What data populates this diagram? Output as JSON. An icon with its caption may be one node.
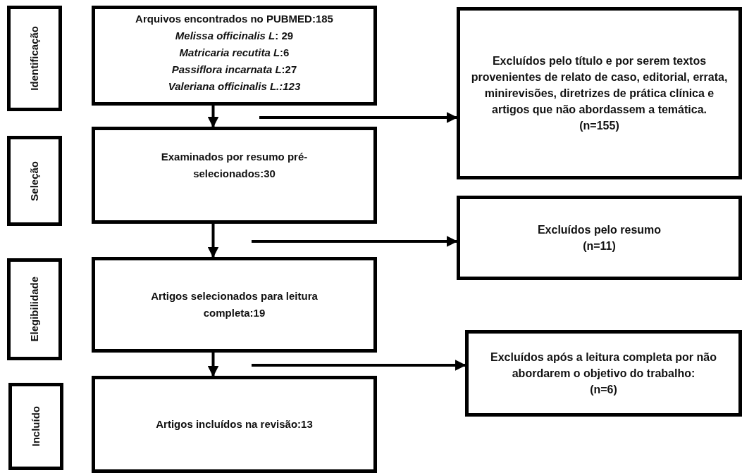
{
  "diagram": {
    "nodes": [
      {
        "text": [
          "Identificação"
        ]
      },
      {
        "text": [
          "Arquivos encontrados no PUBMED:185",
          "*Melissa officinalis L*: 29",
          "*Matricaria recutita L*:6",
          "*Passiflora incarnata L*:27",
          "Valeriana officinalis L.:123"
        ]
      },
      {
        "text": [
          "Excluídos pelo título e por serem textos provenientes de relato de caso, editorial, errata, minirevisões, diretrizes de prática clínica e artigos que não abordassem a temática.",
          "(n=155)"
        ]
      },
      {
        "text": [
          "Seleção"
        ]
      },
      {
        "text": [
          "Examinados por resumo pré-selecionados:30"
        ]
      },
      {
        "text": [
          "Excluídos pelo resumo",
          "(n=11)"
        ]
      },
      {
        "text": [
          "Elegibilidade"
        ]
      },
      {
        "text": [
          "Artigos selecionados para leitura completa:19"
        ]
      },
      {
        "text": [
          "Excluídos após a leitura completa por não abordarem o objetivo do trabalho:",
          "(n=6)"
        ]
      },
      {
        "text": [
          "Incluído"
        ]
      },
      {
        "text": [
          "Artigos incluídos na revisão:13"
        ]
      }
    ],
    "edges": [
      {
        "from": 1,
        "to": 4,
        "arrow": "to"
      },
      {
        "from": 4,
        "to": 7,
        "arrow": "to"
      },
      {
        "from": 7,
        "to": 10,
        "arrow": "to"
      },
      {
        "from": null,
        "to": 2,
        "arrow": "to"
      },
      {
        "from": null,
        "to": 5,
        "arrow": "to"
      },
      {
        "from": null,
        "to": 8,
        "arrow": "to"
      }
    ]
  }
}
